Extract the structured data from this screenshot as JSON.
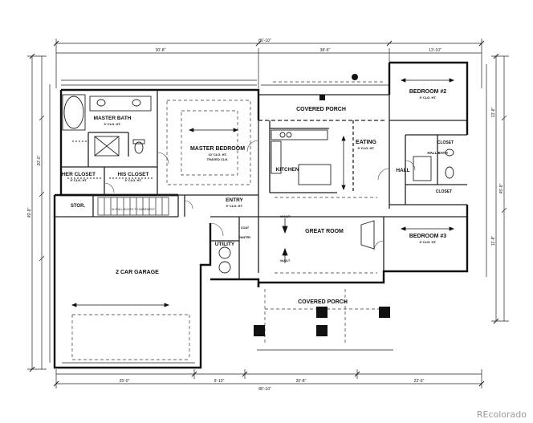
{
  "watermark": "REcolorado",
  "rooms": {
    "master_bath": {
      "name": "MASTER BATH",
      "sub": "9' CLG. HT."
    },
    "master_bedroom": {
      "name": "MASTER BEDROOM",
      "sub": "10' CLG. HT.",
      "sub2": "TRAYED CLG."
    },
    "covered_porch_top": {
      "name": "COVERED PORCH"
    },
    "bedroom2": {
      "name": "BEDROOM #2",
      "sub": "9' CLG. HT."
    },
    "eating": {
      "name": "EATING",
      "sub": "9' CLG. HT."
    },
    "closet_a": {
      "name": "CLOSET"
    },
    "hall_bath": {
      "name": "HALL BATH"
    },
    "hall": {
      "name": "HALL"
    },
    "closet_b": {
      "name": "CLOSET"
    },
    "kitchen": {
      "name": "KITCHEN"
    },
    "her_closet": {
      "name": "HER CLOSET",
      "sub": "9' CLG. HT."
    },
    "his_closet": {
      "name": "HIS CLOSET",
      "sub": "9' CLG. HT."
    },
    "stor": {
      "name": "STOR."
    },
    "entry": {
      "name": "ENTRY",
      "sub": "9' CLG. HT."
    },
    "great_room": {
      "name": "GREAT ROOM"
    },
    "bedroom3": {
      "name": "BEDROOM #3",
      "sub": "9' CLG. HT."
    },
    "utility": {
      "name": "UTILITY"
    },
    "garage": {
      "name": "2 CAR GARAGE"
    },
    "covered_porch_bottom": {
      "name": "COVERED PORCH"
    },
    "vault_a": {
      "name": "VAULT"
    },
    "vault_b": {
      "name": "VAULT"
    },
    "coat": {
      "name": "COAT"
    },
    "pantry": {
      "name": "PANTRY"
    }
  },
  "dimensions": {
    "overall_top": "86'-10\"",
    "top_left": "30'-8\"",
    "top_mid": "38'-6\"",
    "top_right": "13'-10\"",
    "bottom_overall": "86'-10\"",
    "bottom_a": "25'-0\"",
    "bottom_b": "9'-10\"",
    "bottom_c": "20'-8\"",
    "bottom_d": "23'-6\"",
    "left_overall": "49'-8\"",
    "left_a": "20'-0\"",
    "right_overall": "45'-8\"",
    "right_a": "13'-8\"",
    "right_b": "11'-8\""
  },
  "notes": {
    "stair": "IN WALL BOXES TO BASEMENT"
  }
}
